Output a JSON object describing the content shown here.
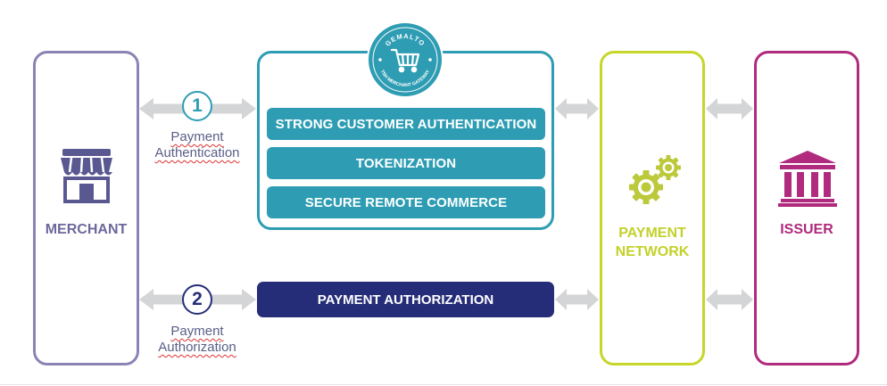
{
  "merchant": {
    "label": "MERCHANT",
    "icon": "storefront-icon"
  },
  "gateway": {
    "badge": {
      "top_text": "GEMALTO",
      "bottom_text": "TSH MERCHANT GATEWAY",
      "icon": "shopping-cart-icon"
    },
    "services": [
      {
        "label": "STRONG CUSTOMER AUTHENTICATION"
      },
      {
        "label": "TOKENIZATION"
      },
      {
        "label": "SECURE REMOTE COMMERCE"
      }
    ]
  },
  "authorization": {
    "label": "PAYMENT AUTHORIZATION"
  },
  "network": {
    "label_line1": "PAYMENT",
    "label_line2": "NETWORK",
    "icon": "gears-icon"
  },
  "issuer": {
    "label": "ISSUER",
    "icon": "bank-icon"
  },
  "steps": [
    {
      "number": "1",
      "line1": "Payment",
      "line2": "Authentication"
    },
    {
      "number": "2",
      "line1": "Payment",
      "line2": "Authorization"
    }
  ],
  "colors": {
    "merchant": "#8a84b5",
    "gateway": "#2e9db3",
    "authorization": "#262d78",
    "network": "#c6d62a",
    "issuer": "#b02a7d",
    "arrow": "#d4d5d7"
  }
}
